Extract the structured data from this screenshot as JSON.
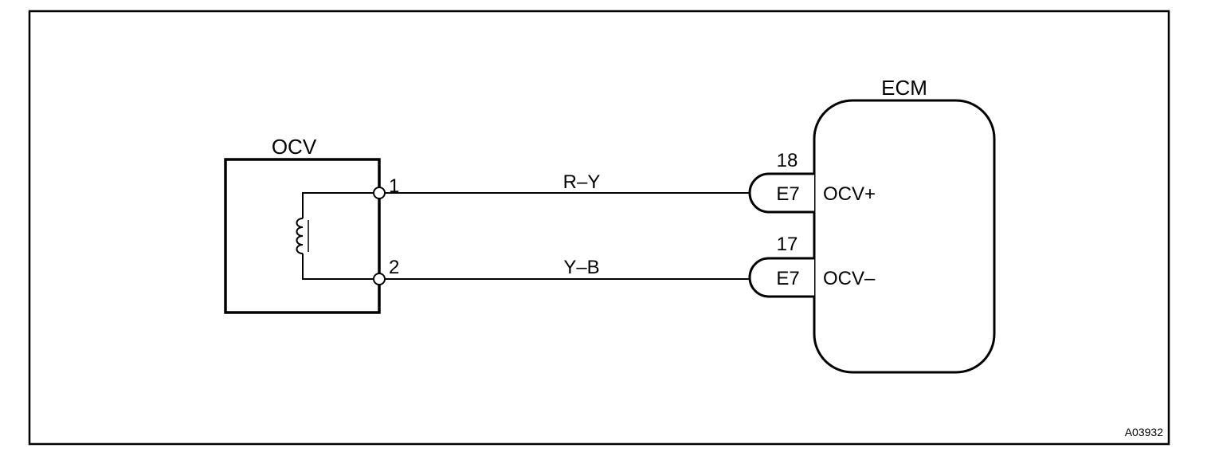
{
  "ocv": {
    "label": "OCV",
    "pins": [
      {
        "number": "1"
      },
      {
        "number": "2"
      }
    ]
  },
  "ecm": {
    "label": "ECM",
    "pins": [
      {
        "number": "18",
        "connector": "E7",
        "signal": "OCV+"
      },
      {
        "number": "17",
        "connector": "E7",
        "signal": "OCV–"
      }
    ]
  },
  "wires": [
    {
      "color_code": "R–Y"
    },
    {
      "color_code": "Y–B"
    }
  ],
  "figure_id": "A03932"
}
